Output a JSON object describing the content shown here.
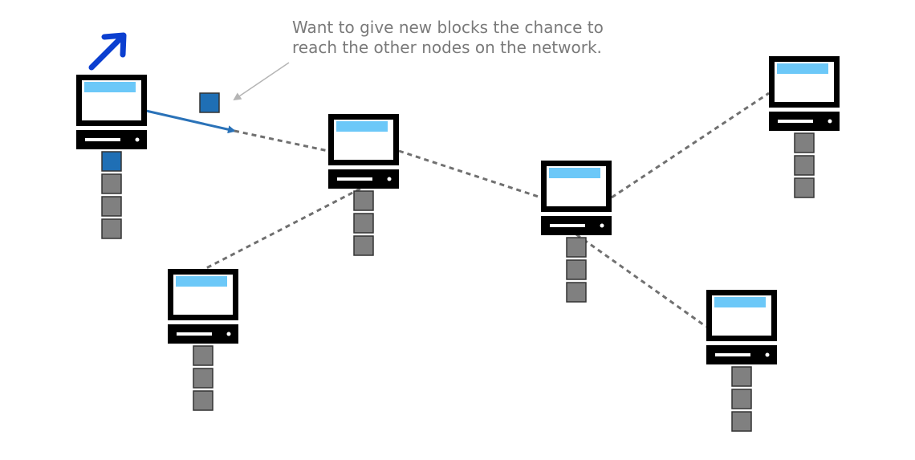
{
  "annotation": {
    "line1": "Want to give new blocks the chance to",
    "line2": "reach the other nodes on the network."
  },
  "colors": {
    "background": "#ffffff",
    "computer": "#000000",
    "screen_bar": "#6cc8f8",
    "chain_block": "#808080",
    "new_block": "#1f6fb5",
    "send_arrow": "#2a72b8",
    "hand_arrow": "#0b3fd0",
    "connection": "#707070",
    "pointer_arrow": "#b5b5b5",
    "annotation_text": "#7a7a7a"
  },
  "icons": {
    "computer": "desktop-computer-icon",
    "block": "block-icon"
  },
  "nodes": [
    {
      "id": "sender",
      "chain_blocks": 3,
      "has_new_block": true
    },
    {
      "id": "node-2",
      "chain_blocks": 3,
      "has_new_block": false
    },
    {
      "id": "node-3",
      "chain_blocks": 3,
      "has_new_block": false
    },
    {
      "id": "node-4",
      "chain_blocks": 3,
      "has_new_block": false
    },
    {
      "id": "node-5",
      "chain_blocks": 3,
      "has_new_block": false
    },
    {
      "id": "node-6",
      "chain_blocks": 3,
      "has_new_block": false
    }
  ],
  "connections": [
    {
      "from": "sender",
      "to": "node-2",
      "style": "arrow"
    },
    {
      "from": "node-2",
      "to": "node-3",
      "style": "dashed"
    },
    {
      "from": "node-2",
      "to": "node-4",
      "style": "dashed"
    },
    {
      "from": "node-3",
      "to": "node-5",
      "style": "dashed"
    },
    {
      "from": "node-3",
      "to": "node-6",
      "style": "dashed"
    }
  ]
}
